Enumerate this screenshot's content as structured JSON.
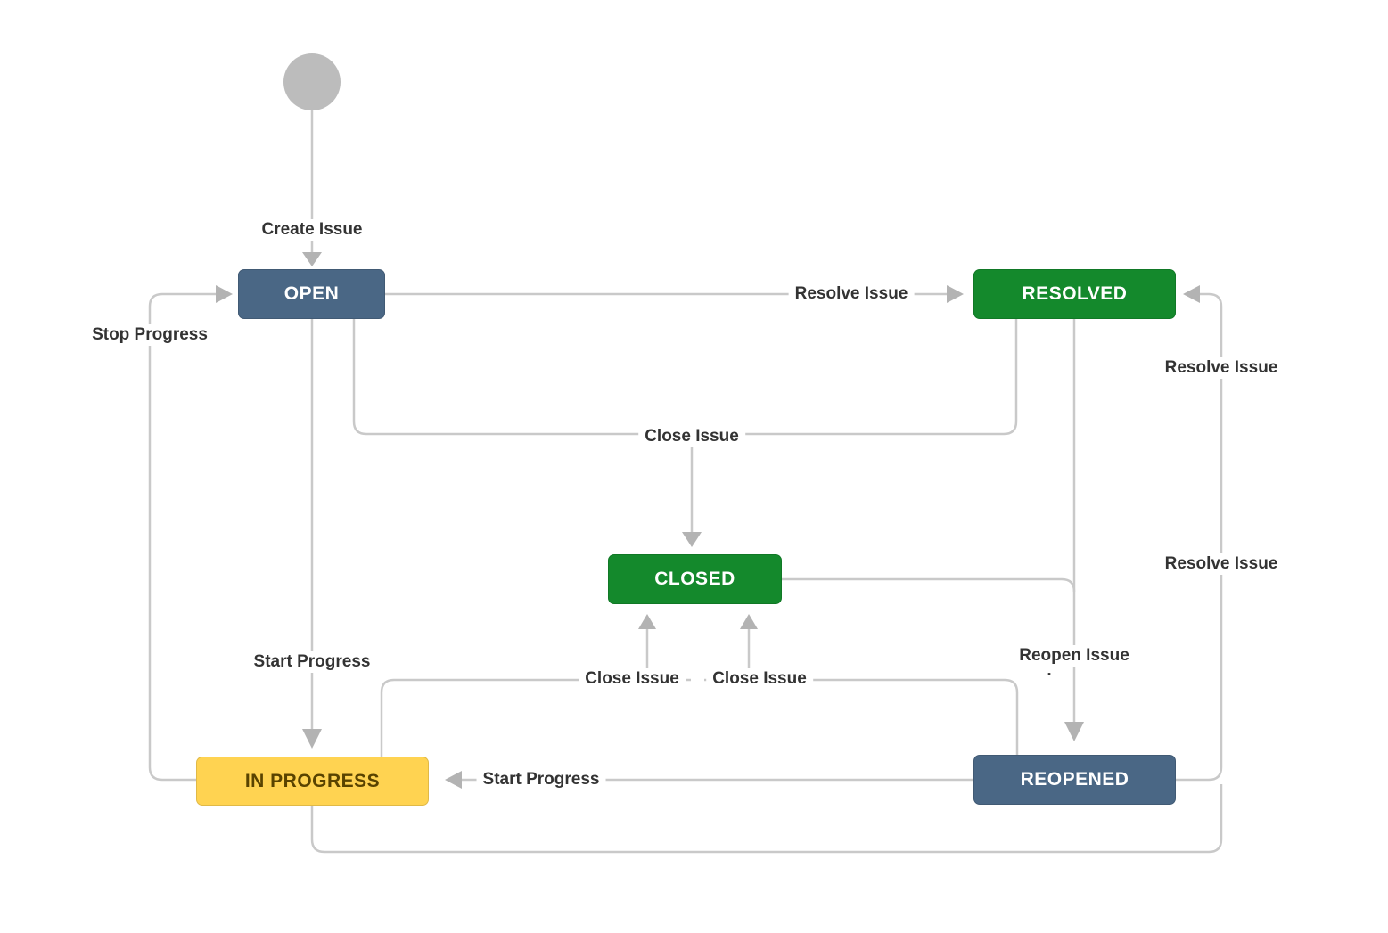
{
  "diagram": {
    "states": {
      "start": {
        "label": ""
      },
      "open": {
        "label": "OPEN",
        "color": "#4a6785",
        "text_color": "#ffffff"
      },
      "resolved": {
        "label": "RESOLVED",
        "color": "#14892c",
        "text_color": "#ffffff"
      },
      "closed": {
        "label": "CLOSED",
        "color": "#14892c",
        "text_color": "#ffffff"
      },
      "in_progress": {
        "label": "IN PROGRESS",
        "color": "#ffd351",
        "text_color": "#594300"
      },
      "reopened": {
        "label": "REOPENED",
        "color": "#4a6785",
        "text_color": "#ffffff"
      }
    },
    "transitions": {
      "create_issue": {
        "label": "Create Issue"
      },
      "resolve_issue_open": {
        "label": "Resolve Issue"
      },
      "resolve_issue_right_top": {
        "label": "Resolve Issue"
      },
      "resolve_issue_right_low": {
        "label": "Resolve Issue"
      },
      "close_issue_top": {
        "label": "Close Issue"
      },
      "close_issue_left": {
        "label": "Close Issue"
      },
      "close_issue_right": {
        "label": "Close Issue"
      },
      "reopen_issue": {
        "label": "Reopen Issue"
      },
      "reopen_issue_dot": {
        "label": "."
      },
      "start_progress_open": {
        "label": "Start Progress"
      },
      "start_progress_reopened": {
        "label": "Start Progress"
      },
      "stop_progress": {
        "label": "Stop Progress"
      }
    },
    "colors": {
      "background": "#ffffff",
      "line": "#c9c9c9",
      "arrow": "#b3b3b3",
      "label_text": "#333333",
      "start_node": "#bcbcbc"
    }
  }
}
